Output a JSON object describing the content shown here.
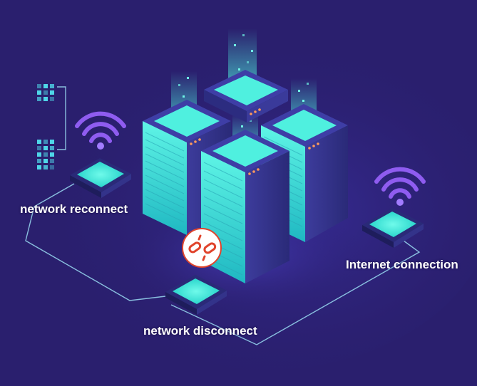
{
  "labels": {
    "network_reconnect": "network reconnect",
    "network_disconnect": "network disconnect",
    "internet_connection": "Internet connection"
  },
  "colors": {
    "background": "#2a1f6e",
    "cyan_glow": "#41f0dc",
    "server_side_dark": "#2d2f86",
    "wifi_purple": "#8f5cf0",
    "broken_link_red": "#e0442c",
    "connection_line": "#9adcf2"
  },
  "icons": {
    "server": "server-rack-icon",
    "wifi": "wifi-icon",
    "broken_link": "broken-link-icon",
    "device_pad": "router-pad-icon",
    "data_grid": "data-blocks-icon"
  }
}
